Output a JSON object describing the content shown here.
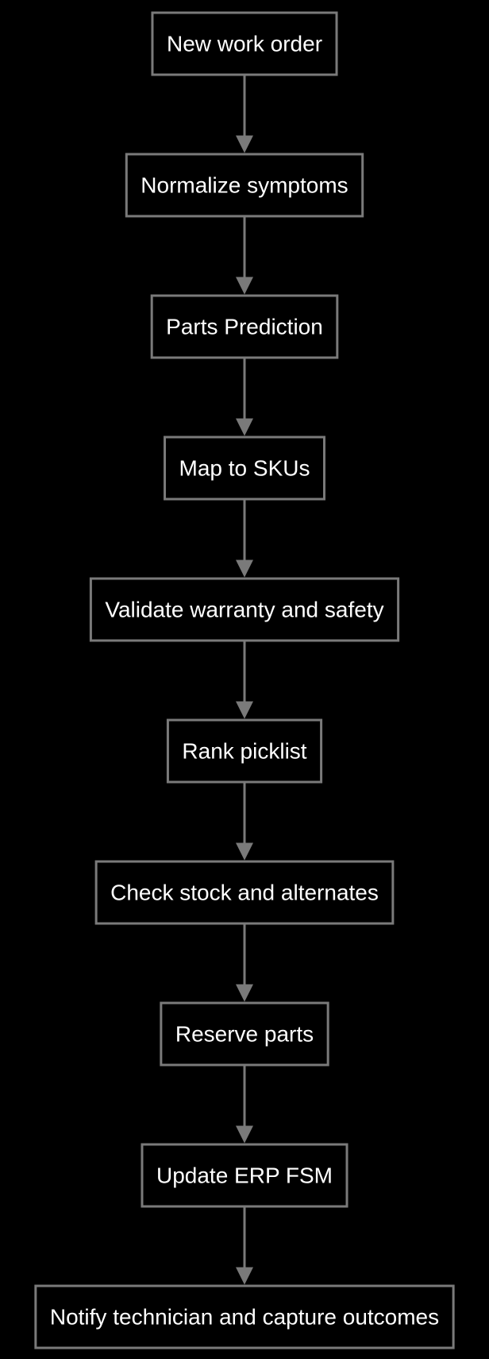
{
  "diagram": {
    "type": "flowchart",
    "direction": "top-to-bottom",
    "colors": {
      "background": "#000000",
      "node_fill": "#000000",
      "node_border": "#7a7a7a",
      "edge": "#7a7a7a",
      "text": "#ffffff"
    },
    "nodes": [
      {
        "id": "new-work-order",
        "label": "New work order"
      },
      {
        "id": "normalize-symptoms",
        "label": "Normalize symptoms"
      },
      {
        "id": "parts-prediction",
        "label": "Parts Prediction"
      },
      {
        "id": "map-to-skus",
        "label": "Map to SKUs"
      },
      {
        "id": "validate-warranty-and-safety",
        "label": "Validate warranty and safety"
      },
      {
        "id": "rank-picklist",
        "label": "Rank picklist"
      },
      {
        "id": "check-stock-and-alternates",
        "label": "Check stock and alternates"
      },
      {
        "id": "reserve-parts",
        "label": "Reserve parts"
      },
      {
        "id": "update-erp-fsm",
        "label": "Update ERP FSM"
      },
      {
        "id": "notify-technician-and-capture-outcomes",
        "label": "Notify technician and capture outcomes"
      }
    ],
    "edges": [
      {
        "from": "new-work-order",
        "to": "normalize-symptoms"
      },
      {
        "from": "normalize-symptoms",
        "to": "parts-prediction"
      },
      {
        "from": "parts-prediction",
        "to": "map-to-skus"
      },
      {
        "from": "map-to-skus",
        "to": "validate-warranty-and-safety"
      },
      {
        "from": "validate-warranty-and-safety",
        "to": "rank-picklist"
      },
      {
        "from": "rank-picklist",
        "to": "check-stock-and-alternates"
      },
      {
        "from": "check-stock-and-alternates",
        "to": "reserve-parts"
      },
      {
        "from": "reserve-parts",
        "to": "update-erp-fsm"
      },
      {
        "from": "update-erp-fsm",
        "to": "notify-technician-and-capture-outcomes"
      }
    ]
  }
}
